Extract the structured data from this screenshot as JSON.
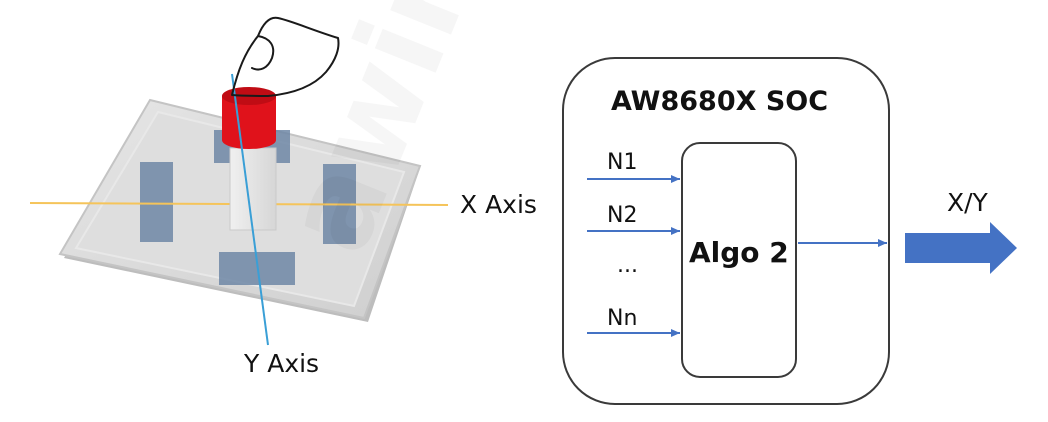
{
  "left_diagram": {
    "x_axis_label": "X Axis",
    "y_axis_label": "Y Axis",
    "watermark": "awinic"
  },
  "soc": {
    "title": "AW8680X SOC",
    "algo_label": "Algo 2",
    "inputs": [
      "N1",
      "N2",
      "Nn"
    ],
    "ellipsis": "...",
    "output_label": "X/Y"
  },
  "colors": {
    "x_axis_line": "#f5c45a",
    "y_axis_line": "#3a9fd6",
    "knob": "#e0121b",
    "arrow": "#4472c4",
    "sensor": "#6f87a6",
    "plate": "#d9d9d9"
  }
}
